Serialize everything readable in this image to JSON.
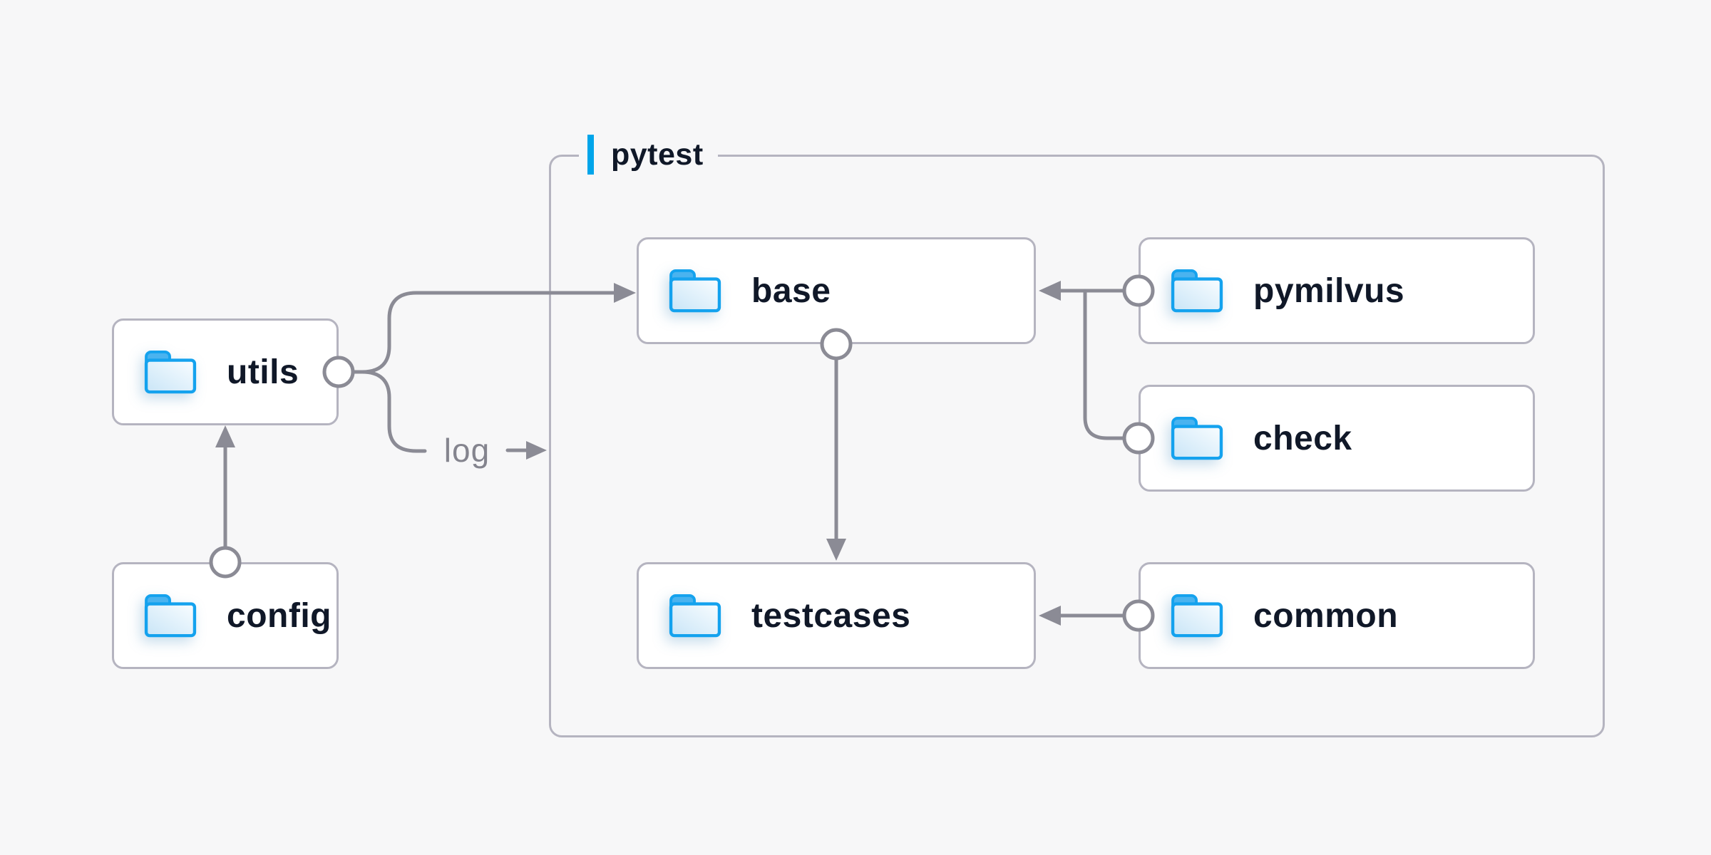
{
  "colors": {
    "background": "#f7f7f8",
    "box_border": "#b5b4c0",
    "connector_gray": "#8b8b95",
    "label_text": "#101828",
    "accent_blue": "#00a5ea",
    "folder_outline_blue": "#14a2ee",
    "folder_tab_blue": "#4ab3ef",
    "folder_body_blue": "#d9ecfa"
  },
  "container": {
    "label": "pytest"
  },
  "nodes": [
    {
      "id": "utils",
      "label": "utils",
      "icon": "folder-icon"
    },
    {
      "id": "config",
      "label": "config",
      "icon": "folder-icon"
    },
    {
      "id": "base",
      "label": "base",
      "icon": "folder-icon"
    },
    {
      "id": "testcases",
      "label": "testcases",
      "icon": "folder-icon"
    },
    {
      "id": "pymilvus",
      "label": "pymilvus",
      "icon": "folder-icon"
    },
    {
      "id": "check",
      "label": "check",
      "icon": "folder-icon"
    },
    {
      "id": "common",
      "label": "common",
      "icon": "folder-icon"
    }
  ],
  "edges": [
    {
      "from": "config",
      "to": "utils",
      "style": "arrow"
    },
    {
      "from": "utils",
      "to": "base",
      "style": "arrow"
    },
    {
      "from": "utils",
      "to": "pytest-container",
      "style": "arrow",
      "label": "log"
    },
    {
      "from": "pymilvus",
      "to": "base",
      "style": "arrow"
    },
    {
      "from": "check",
      "to": "base",
      "style": "arrow"
    },
    {
      "from": "base",
      "to": "testcases",
      "style": "arrow"
    },
    {
      "from": "common",
      "to": "testcases",
      "style": "arrow"
    }
  ]
}
